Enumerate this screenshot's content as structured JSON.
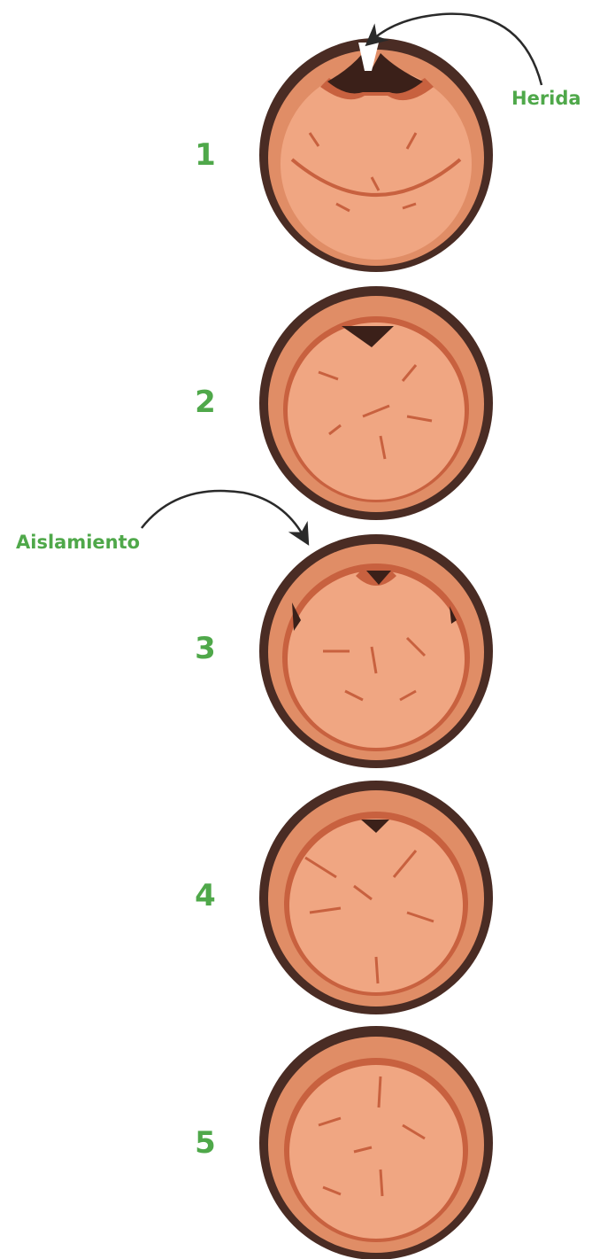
{
  "labels": {
    "wound": "Herida",
    "isolation": "Aislamiento"
  },
  "steps": [
    "1",
    "2",
    "3",
    "4",
    "5"
  ],
  "colors": {
    "label_green": "#4fa84a",
    "bark": "#4a2c24",
    "wood_light": "#f0a682",
    "wood_mid": "#e08d66",
    "wood_dark": "#c8613f",
    "cavity": "#3b2019",
    "arrow": "#2a2a2a"
  }
}
